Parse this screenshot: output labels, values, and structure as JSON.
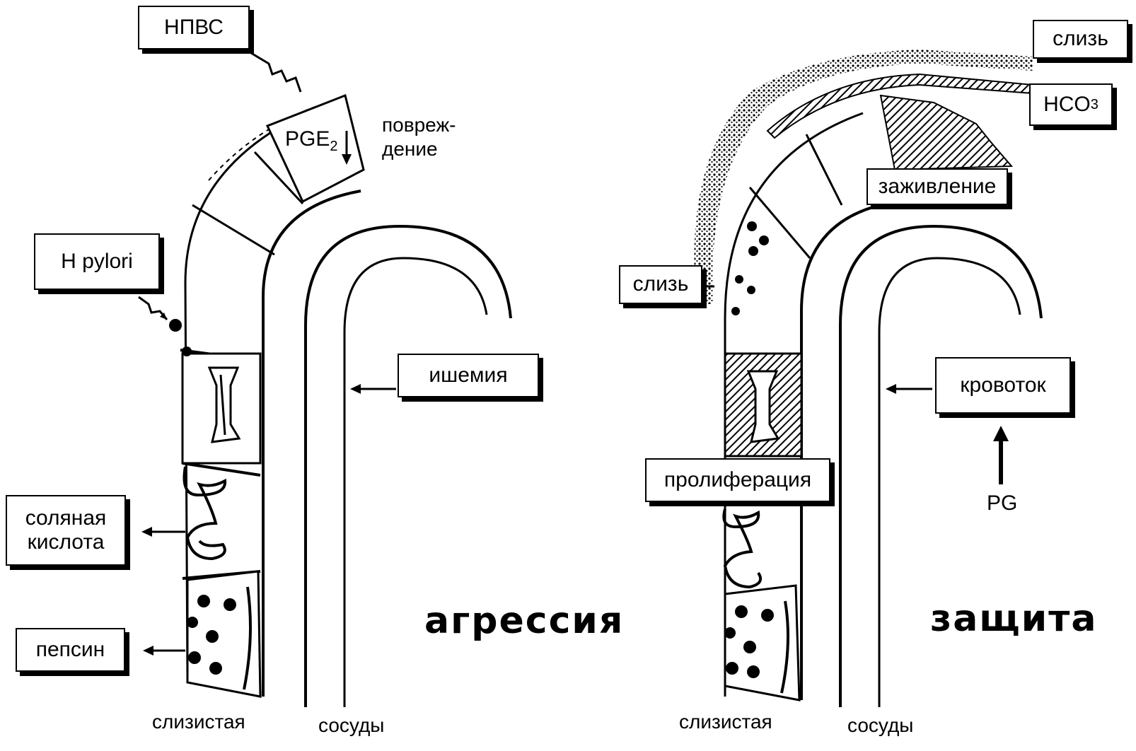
{
  "left_panel": {
    "nsaid": "НПВС",
    "pge2_main": "PGE",
    "pge2_sub": "2",
    "damage_line1": "повреж-",
    "damage_line2": "дение",
    "h_pylori": "H pylori",
    "hcl_line1": "соляная",
    "hcl_line2": "кислота",
    "pepsin": "пепсин",
    "ischemia": "ишемия",
    "mucosa": "слизистая",
    "vessels": "сосуды",
    "title": "агрессия"
  },
  "right_panel": {
    "mucus_top": "слизь",
    "hco3_main": "HCO",
    "hco3_sub": "3",
    "healing": "заживление",
    "mucus_left": "слизь",
    "proliferation": "пролиферация",
    "blood_flow": "кровоток",
    "pg": "PG",
    "mucosa": "слизистая",
    "vessels": "сосуды",
    "title": "защита"
  }
}
